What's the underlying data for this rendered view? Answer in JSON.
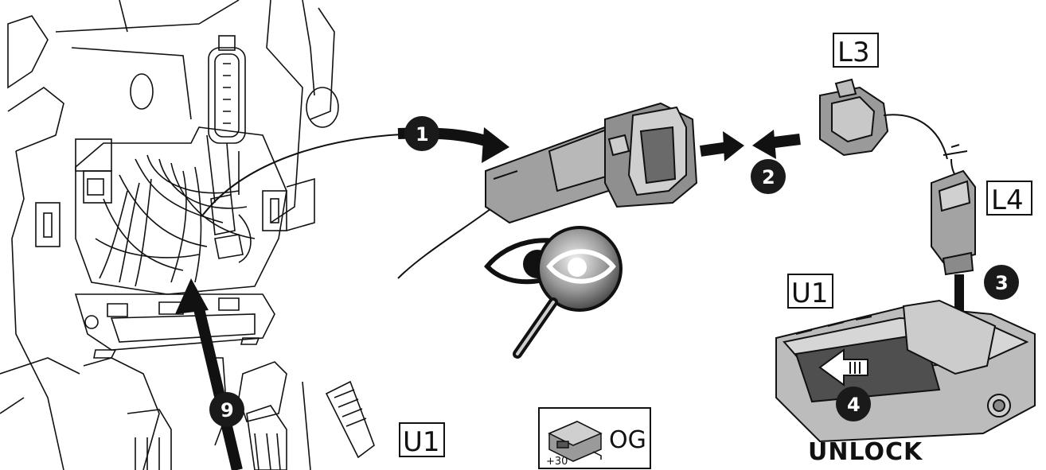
{
  "labels": {
    "l3": "L3",
    "l4": "L4",
    "u1_right": "U1",
    "u1_bottom": "U1",
    "og": "OG",
    "plus30": "+30",
    "unlock": "UNLOCK"
  },
  "steps": {
    "s1": "1",
    "s2": "2",
    "s3": "3",
    "s4": "4",
    "s9": "9"
  },
  "colors": {
    "line": "#111111",
    "connector_gray": "#9a9a9a",
    "connector_light": "#c4c4c4",
    "module_dark": "#555555",
    "badge": "#1a1a1a"
  }
}
